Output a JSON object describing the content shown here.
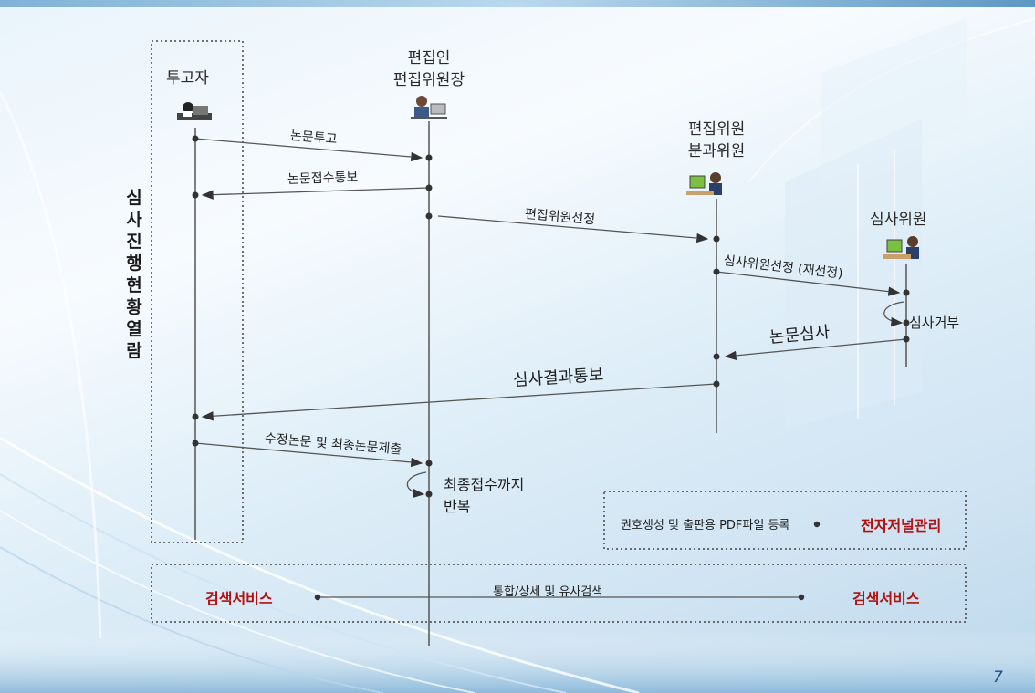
{
  "actors": {
    "author": "투고자",
    "editor_line1": "편집인",
    "editor_line2": "편집위원장",
    "committee_line1": "편집위원",
    "committee_line2": "분과위원",
    "reviewer": "심사위원"
  },
  "messages": {
    "submit": "논문투고",
    "receipt_notice": "논문접수통보",
    "select_editor": "편집위원선정",
    "select_reviewer": "심사위원선정 (재선정)",
    "review_reject": "심사거부",
    "review": "논문심사",
    "result_notice": "심사결과통보",
    "revised_submit": "수정논문 및 최종논문제출",
    "repeat_line1": "최종접수까지",
    "repeat_line2": "반복"
  },
  "side_label": "심사진행현황열람",
  "ejournal": {
    "task": "권호생성 및 출판용 PDF파일 등록",
    "title": "전자저널관리"
  },
  "search": {
    "left": "검색서비스",
    "middle": "통합/상세 및 유사검색",
    "right": "검색서비스"
  },
  "page_number": "7",
  "colors": {
    "accent_red": "#b01111",
    "line": "#555555",
    "arrow_fill": "#333333"
  }
}
